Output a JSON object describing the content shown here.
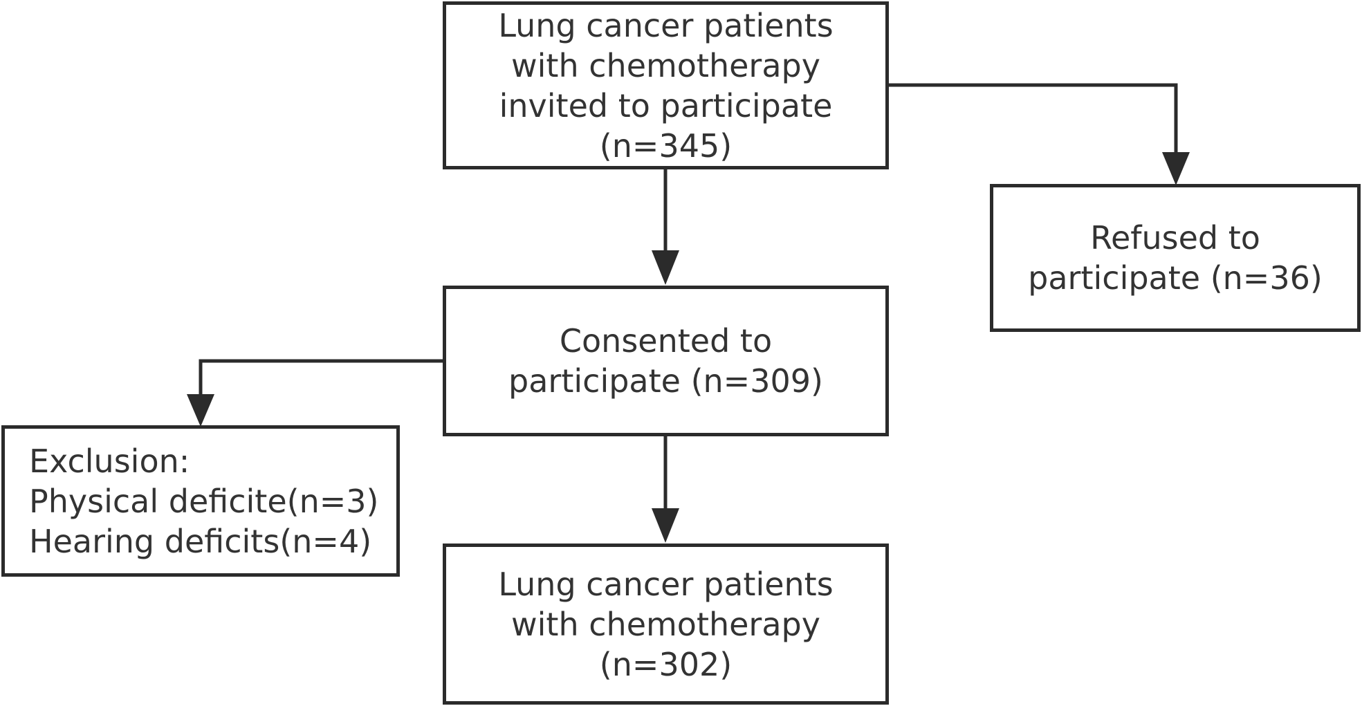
{
  "diagram": {
    "nodes": {
      "invited": {
        "lines": [
          "Lung cancer patients",
          "with chemotherapy",
          "invited to participate",
          "(n=345)"
        ]
      },
      "refused": {
        "lines": [
          "Refused to",
          "participate (n=36)"
        ]
      },
      "consented": {
        "lines": [
          "Consented to",
          "participate (n=309)"
        ]
      },
      "exclusion": {
        "lines": [
          "Exclusion:",
          "Physical deficite(n=3)",
          "Hearing deficits(n=4)"
        ]
      },
      "final": {
        "lines": [
          "Lung cancer patients",
          "with chemotherapy",
          "(n=302)"
        ]
      }
    },
    "edges": [
      {
        "from": "invited",
        "to": "consented"
      },
      {
        "from": "invited",
        "to": "refused"
      },
      {
        "from": "consented",
        "to": "exclusion"
      },
      {
        "from": "consented",
        "to": "final"
      }
    ],
    "colors": {
      "stroke": "#2b2b2b",
      "background": "#ffffff"
    }
  }
}
